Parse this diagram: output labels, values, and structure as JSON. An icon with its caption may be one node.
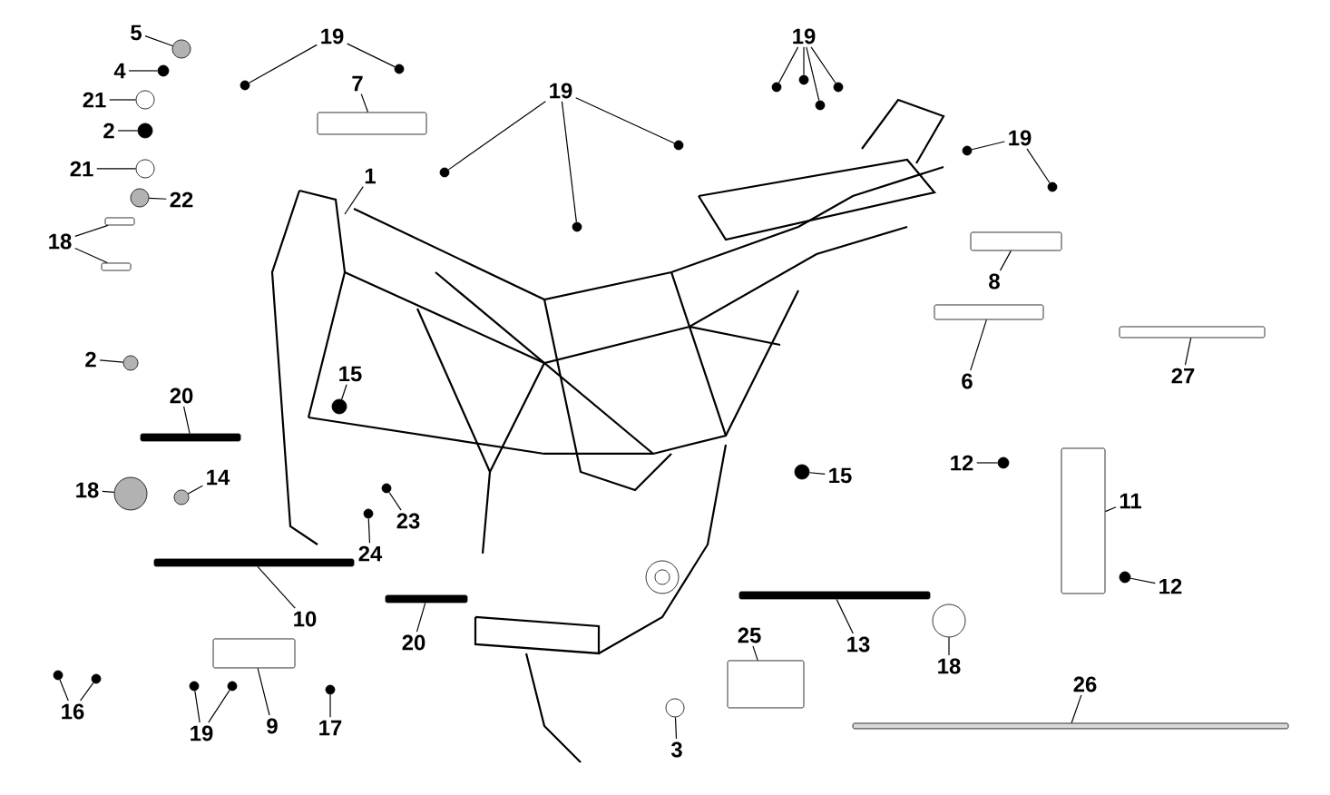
{
  "diagram": {
    "nodes": [
      {
        "text": [
          "5"
        ]
      },
      {
        "text": [
          "4"
        ]
      },
      {
        "text": [
          "21"
        ]
      },
      {
        "text": [
          "2"
        ]
      },
      {
        "text": [
          "21"
        ]
      },
      {
        "text": [
          "22"
        ]
      },
      {
        "text": [
          "19"
        ]
      },
      {
        "text": [
          "7"
        ]
      },
      {
        "text": [
          "1"
        ]
      },
      {
        "text": [
          "18"
        ]
      },
      {
        "text": [
          "2"
        ]
      },
      {
        "text": [
          "20"
        ]
      },
      {
        "text": [
          "15"
        ]
      },
      {
        "text": [
          "18"
        ]
      },
      {
        "text": [
          "14"
        ]
      },
      {
        "text": [
          "23"
        ]
      },
      {
        "text": [
          "24"
        ]
      },
      {
        "text": [
          "10"
        ]
      },
      {
        "text": [
          "20"
        ]
      },
      {
        "text": [
          "16"
        ]
      },
      {
        "text": [
          "19"
        ]
      },
      {
        "text": [
          "9"
        ]
      },
      {
        "text": [
          "17"
        ]
      },
      {
        "text": [
          "19"
        ]
      },
      {
        "text": [
          "19"
        ]
      },
      {
        "text": [
          "19"
        ]
      },
      {
        "text": [
          "8"
        ]
      },
      {
        "text": [
          "6"
        ]
      },
      {
        "text": [
          "27"
        ]
      },
      {
        "text": [
          "15"
        ]
      },
      {
        "text": [
          "12"
        ]
      },
      {
        "text": [
          "11"
        ]
      },
      {
        "text": [
          "12"
        ]
      },
      {
        "text": [
          "13"
        ]
      },
      {
        "text": [
          "18"
        ]
      },
      {
        "text": [
          "25"
        ]
      },
      {
        "text": [
          "3"
        ]
      },
      {
        "text": [
          "26"
        ]
      },
      {
        "text": [],
        "shape": "circle"
      },
      {
        "text": [],
        "shape": "circle"
      },
      {
        "text": [],
        "shape": "circle"
      },
      {
        "text": [],
        "shape": "circle"
      },
      {
        "text": [],
        "shape": "circle"
      },
      {
        "text": [],
        "shape": "circle"
      },
      {
        "text": [],
        "shape": "circle"
      },
      {
        "text": [],
        "shape": "circle"
      },
      {
        "text": [],
        "shape": "box"
      },
      {
        "text": [],
        "shape": "box"
      },
      {
        "text": [],
        "shape": "box"
      },
      {
        "text": [],
        "shape": "circle"
      },
      {
        "text": [],
        "shape": "box"
      },
      {
        "text": [],
        "shape": "circle"
      },
      {
        "text": [],
        "shape": "circle"
      },
      {
        "text": [],
        "shape": "circle"
      },
      {
        "text": [],
        "shape": "circle"
      },
      {
        "text": [],
        "shape": "circle"
      },
      {
        "text": [],
        "shape": "box"
      },
      {
        "text": [],
        "shape": "box"
      },
      {
        "text": [],
        "shape": "circle"
      },
      {
        "text": [],
        "shape": "circle"
      },
      {
        "text": [],
        "shape": "circle"
      },
      {
        "text": [],
        "shape": "circle"
      },
      {
        "text": [],
        "shape": "box"
      },
      {
        "text": [],
        "shape": "circle"
      },
      {
        "text": [],
        "shape": "circle"
      },
      {
        "text": [],
        "shape": "circle"
      },
      {
        "text": [],
        "shape": "circle"
      },
      {
        "text": [],
        "shape": "circle"
      },
      {
        "text": [],
        "shape": "circle"
      },
      {
        "text": [],
        "shape": "circle"
      },
      {
        "text": [],
        "shape": "circle"
      },
      {
        "text": [],
        "shape": "circle"
      },
      {
        "text": [],
        "shape": "circle"
      },
      {
        "text": [],
        "shape": "box"
      },
      {
        "text": [],
        "shape": "box"
      },
      {
        "text": [],
        "shape": "box"
      },
      {
        "text": [],
        "shape": "circle"
      },
      {
        "text": [],
        "shape": "circle"
      },
      {
        "text": [],
        "shape": "box"
      },
      {
        "text": [],
        "shape": "circle"
      },
      {
        "text": [],
        "shape": "box"
      },
      {
        "text": [],
        "shape": "circle"
      },
      {
        "text": [],
        "shape": "box"
      },
      {
        "text": [],
        "shape": "circle"
      },
      {
        "text": [],
        "shape": "box"
      }
    ],
    "edges": [
      {
        "from": 0,
        "to": 38,
        "arrow": "none"
      },
      {
        "from": 1,
        "to": 39,
        "arrow": "none"
      },
      {
        "from": 2,
        "to": 40,
        "arrow": "none"
      },
      {
        "from": 3,
        "to": 41,
        "arrow": "none"
      },
      {
        "from": 4,
        "to": 42,
        "arrow": "none"
      },
      {
        "from": 5,
        "to": 43,
        "arrow": "none"
      },
      {
        "from": 6,
        "to": 44,
        "arrow": "none"
      },
      {
        "from": 6,
        "to": 45,
        "arrow": "none"
      },
      {
        "from": 7,
        "to": 46,
        "arrow": "none"
      },
      {
        "from": 8,
        "to": null,
        "arrow": "none"
      },
      {
        "from": 9,
        "to": 47,
        "arrow": "none"
      },
      {
        "from": 9,
        "to": 48,
        "arrow": "none"
      },
      {
        "from": 10,
        "to": 49,
        "arrow": "none"
      },
      {
        "from": 11,
        "to": 50,
        "arrow": "none"
      },
      {
        "from": 12,
        "to": 51,
        "arrow": "none"
      },
      {
        "from": 13,
        "to": 52,
        "arrow": "none"
      },
      {
        "from": 14,
        "to": 53,
        "arrow": "none"
      },
      {
        "from": 15,
        "to": 54,
        "arrow": "none"
      },
      {
        "from": 16,
        "to": 55,
        "arrow": "none"
      },
      {
        "from": 17,
        "to": 56,
        "arrow": "none"
      },
      {
        "from": 18,
        "to": 57,
        "arrow": "none"
      },
      {
        "from": 19,
        "to": 58,
        "arrow": "none"
      },
      {
        "from": 19,
        "to": 59,
        "arrow": "none"
      },
      {
        "from": 20,
        "to": 60,
        "arrow": "none"
      },
      {
        "from": 20,
        "to": 61,
        "arrow": "none"
      },
      {
        "from": 21,
        "to": 62,
        "arrow": "none"
      },
      {
        "from": 22,
        "to": 63,
        "arrow": "none"
      },
      {
        "from": 23,
        "to": 64,
        "arrow": "none"
      },
      {
        "from": 23,
        "to": 65,
        "arrow": "none"
      },
      {
        "from": 23,
        "to": 66,
        "arrow": "none"
      },
      {
        "from": 24,
        "to": 67,
        "arrow": "none"
      },
      {
        "from": 24,
        "to": 68,
        "arrow": "none"
      },
      {
        "from": 24,
        "to": 69,
        "arrow": "none"
      },
      {
        "from": 24,
        "to": 70,
        "arrow": "none"
      },
      {
        "from": 25,
        "to": 71,
        "arrow": "none"
      },
      {
        "from": 25,
        "to": 72,
        "arrow": "none"
      },
      {
        "from": 26,
        "to": 73,
        "arrow": "none"
      },
      {
        "from": 27,
        "to": 74,
        "arrow": "none"
      },
      {
        "from": 28,
        "to": 75,
        "arrow": "none"
      },
      {
        "from": 29,
        "to": 76,
        "arrow": "none"
      },
      {
        "from": 30,
        "to": 77,
        "arrow": "none"
      },
      {
        "from": 31,
        "to": 78,
        "arrow": "none"
      },
      {
        "from": 32,
        "to": 79,
        "arrow": "none"
      },
      {
        "from": 33,
        "to": 80,
        "arrow": "none"
      },
      {
        "from": 34,
        "to": 81,
        "arrow": "none"
      },
      {
        "from": 35,
        "to": 82,
        "arrow": "none"
      },
      {
        "from": 36,
        "to": 83,
        "arrow": "none"
      },
      {
        "from": 37,
        "to": 84,
        "arrow": "none"
      }
    ]
  }
}
